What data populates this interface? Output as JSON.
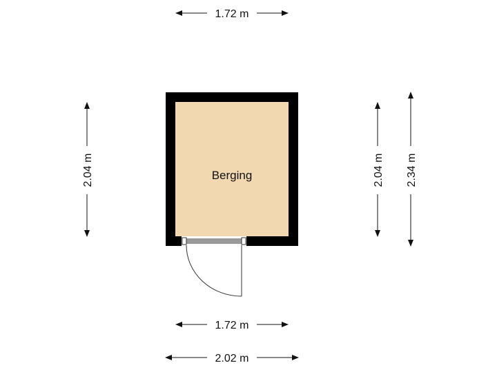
{
  "floorplan": {
    "room": {
      "label": "Berging",
      "fill_color": "#f2d8b0",
      "wall_color": "#000000"
    },
    "dimensions": {
      "top_width": "1.72 m",
      "bottom_inner_width": "1.72 m",
      "bottom_outer_width": "2.02 m",
      "left_height": "2.04 m",
      "right_inner_height": "2.04 m",
      "right_outer_height": "2.34 m"
    }
  }
}
